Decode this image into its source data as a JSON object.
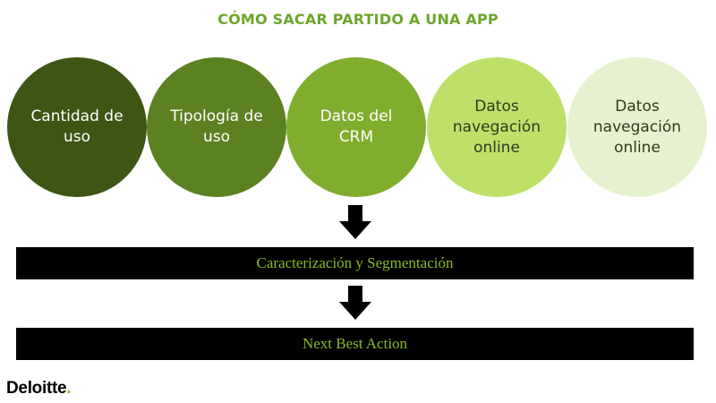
{
  "title": "CÓMO SACAR PARTIDO A UNA APP",
  "circles": [
    {
      "label": "Cantidad de uso",
      "color": "#3d5614"
    },
    {
      "label": "Tipología de uso",
      "color": "#5c8121"
    },
    {
      "label": "Datos del CRM",
      "color": "#80ad2d"
    },
    {
      "label": "Datos navegación online",
      "color": "#bde069"
    },
    {
      "label": "Datos navegación online",
      "color": "#e6f2cf"
    }
  ],
  "stages": [
    {
      "label": "Caracterización y Segmentación"
    },
    {
      "label": "Next Best Action"
    }
  ],
  "logo": {
    "text": "Deloitte",
    "dot": "."
  },
  "colors": {
    "title": "#6da52a",
    "bar_background": "#000000",
    "bar_text": "#86bc25",
    "arrow": "#000000"
  }
}
